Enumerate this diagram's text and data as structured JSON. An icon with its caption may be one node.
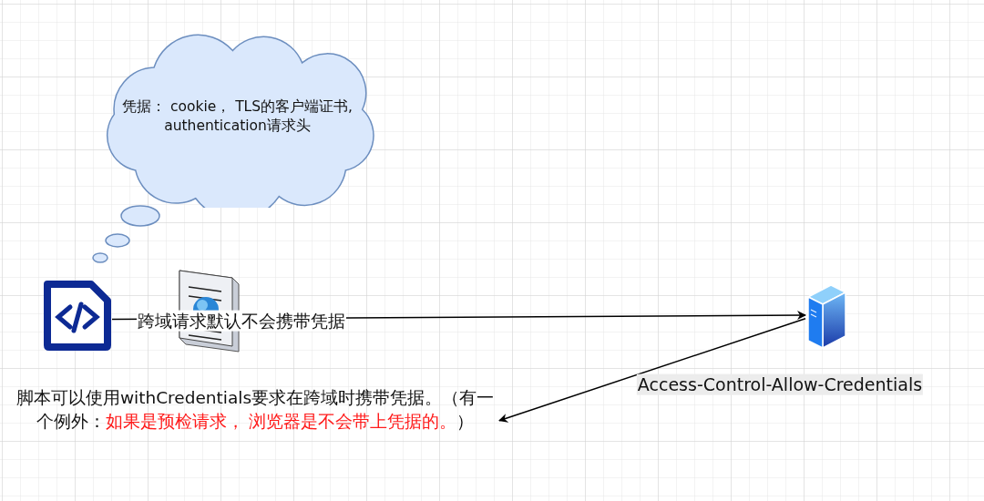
{
  "diagram": {
    "nodes": [
      {
        "text": [
          "凭据： cookie， TLS的客户端证书, authentication请求头"
        ]
      },
      {
        "text": [],
        "shape": "picture"
      },
      {
        "text": [],
        "shape": "picture"
      },
      {
        "text": [
          "脚本可以使用withCredentials要求在跨域时携带凭据。（有一个例外：",
          "如果是预检请求， 浏览器是不会带上凭据的。",
          "）"
        ]
      }
    ],
    "edges": [
      {
        "from": 1,
        "to": 2,
        "arrow": "to",
        "label": "跨域请求默认不会携带凭据"
      },
      {
        "from": 2,
        "to": 3,
        "arrow": "to",
        "label": "Access-Control-Allow-Credentials"
      }
    ]
  }
}
